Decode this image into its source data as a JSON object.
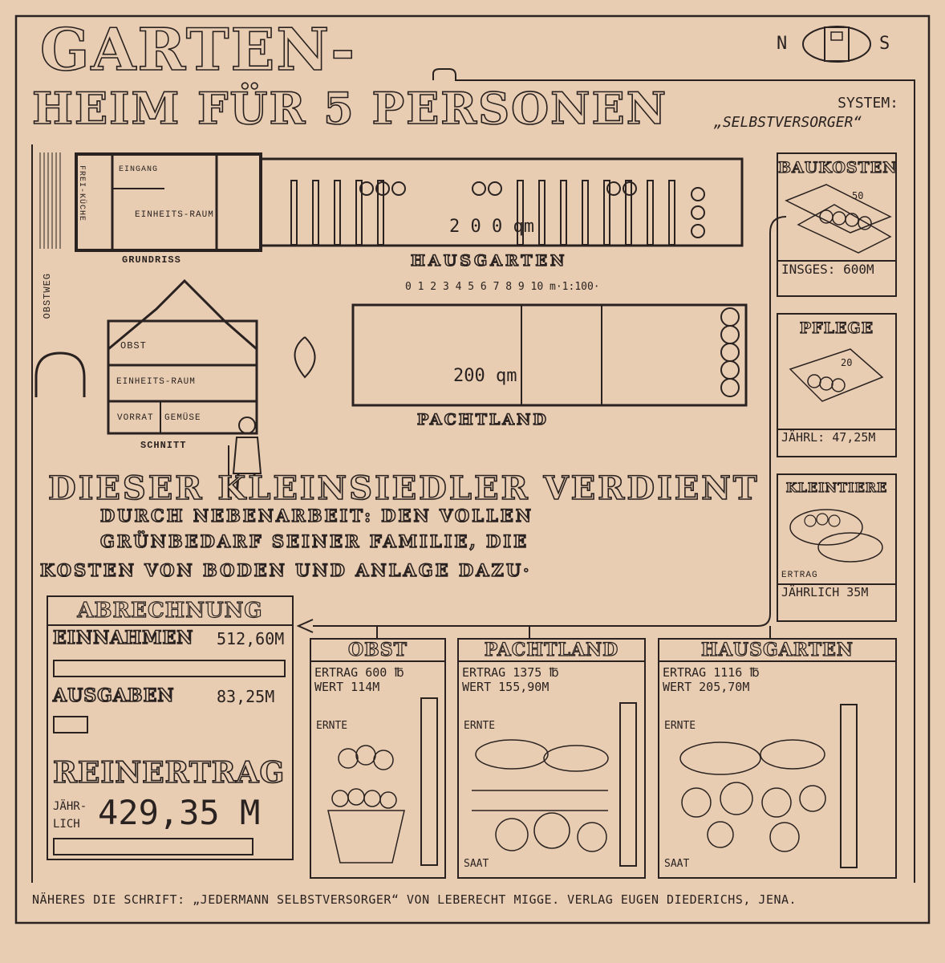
{
  "title": {
    "line1": "GARTEN-",
    "line2": "HEIM FÜR 5 PERSONEN"
  },
  "system": {
    "label": "SYSTEM:",
    "value": "„SELBSTVERSORGER“"
  },
  "logo": {
    "left": "N",
    "right": "S",
    "icon": "house-emblem-icon"
  },
  "plan": {
    "grundriss": "GRUNDRISS",
    "eingang": "EINGANG",
    "einheitsraum": "EINHEITS-RAUM",
    "freikueche": "FREI-KÜCHE",
    "obstweg": "OBSTWEG",
    "hausgarten_area": "2 0 0 qm",
    "hausgarten": "HAUSGARTEN",
    "scale": "0 1 2 3 4 5 6 7 8 9 10 m·1:100·",
    "pachtland_area": "200 qm",
    "pachtland": "PACHTLAND",
    "schnitt": "SCHNITT",
    "section": {
      "obst": "OBST",
      "einheitsraum": "EINHEITS-RAUM",
      "vorrat": "VORRAT",
      "gemuese": "GEMÜSE"
    }
  },
  "headline": {
    "line1": "DIESER KLEINSIEDLER VERDIENT",
    "line2": "DURCH NEBENARBEIT: DEN VOLLEN",
    "line3": "GRÜNBEDARF SEINER FAMILIE, DIE",
    "line4": "KOSTEN VON BODEN UND ANLAGE DAZU·"
  },
  "side": {
    "baukosten": {
      "title": "BAUKOSTEN",
      "note": "50",
      "value": "INSGES: 600M"
    },
    "pflege": {
      "title": "PFLEGE",
      "note": "20",
      "value": "JÄHRL: 47,25M"
    },
    "kleintiere": {
      "title": "KLEINTIERE",
      "ertrag": "ERTRAG",
      "value": "JÄHRLICH 35M"
    }
  },
  "abrechnung": {
    "title": "ABRECHNUNG",
    "einnahmen_label": "EINNAHMEN",
    "einnahmen_value": "512,60M",
    "ausgaben_label": "AUSGABEN",
    "ausgaben_value": "83,25M",
    "reinertrag_label": "REINERTRAG",
    "jaehrlich": "JÄHR-LICH",
    "reinertrag_value": "429,35 M"
  },
  "panels": [
    {
      "title": "OBST",
      "ertrag": "ERTRAG 600 ℔",
      "wert": "WERT 114M",
      "ernte": "ERNTE",
      "saat": ""
    },
    {
      "title": "PACHTLAND",
      "ertrag": "ERTRAG 1375 ℔",
      "wert": "WERT 155,90M",
      "ernte": "ERNTE",
      "saat": "SAAT"
    },
    {
      "title": "HAUSGARTEN",
      "ertrag": "ERTRAG 1116 ℔",
      "wert": "WERT 205,70M",
      "ernte": "ERNTE",
      "saat": "SAAT"
    }
  ],
  "footer": "NÄHERES DIE SCHRIFT: „JEDERMANN SELBSTVERSORGER“ VON LEBERECHT MIGGE. VERLAG EUGEN DIEDERICHS, JENA."
}
